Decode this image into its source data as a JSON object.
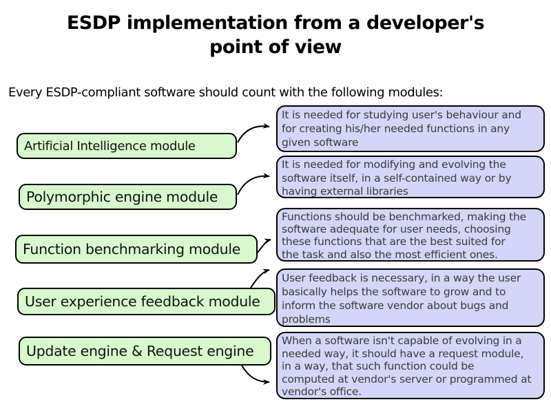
{
  "page": {
    "title_lines": [
      "ESDP implementation from a developer's",
      "point of view"
    ],
    "subtitle": "Every ESDP-compliant software should count with the following modules:"
  },
  "colors": {
    "module_fill": "#d7f9cc",
    "description_fill": "#d4d6f9",
    "border": "#000000"
  },
  "modules": [
    {
      "label": "Artificial Intelligence module",
      "description_lines": [
        "It is needed for studying user's behaviour and",
        "for creating his/her needed functions in any",
        "given software"
      ]
    },
    {
      "label": "Polymorphic engine module",
      "description_lines": [
        "It is needed for modifying and evolving the",
        "software itself, in a self-contained way or by",
        "having external libraries"
      ]
    },
    {
      "label": "Function benchmarking module",
      "description_lines": [
        "Functions should be benchmarked, making the",
        "software adequate for user needs, choosing",
        "these functions that are the best suited for",
        "the task and also the most efficient ones."
      ]
    },
    {
      "label": "User experience feedback module",
      "description_lines": [
        "User feedback is necessary, in a way the user",
        "basically helps the software to grow and to",
        "inform the software vendor about bugs and",
        "problems"
      ]
    },
    {
      "label": "Update engine & Request engine",
      "description_lines": [
        "When a software isn't capable of evolving in a",
        "needed way, it should have a request module,",
        "in a way, that such function could be",
        "computed at vendor's server or programmed at",
        "vendor's office."
      ]
    }
  ]
}
